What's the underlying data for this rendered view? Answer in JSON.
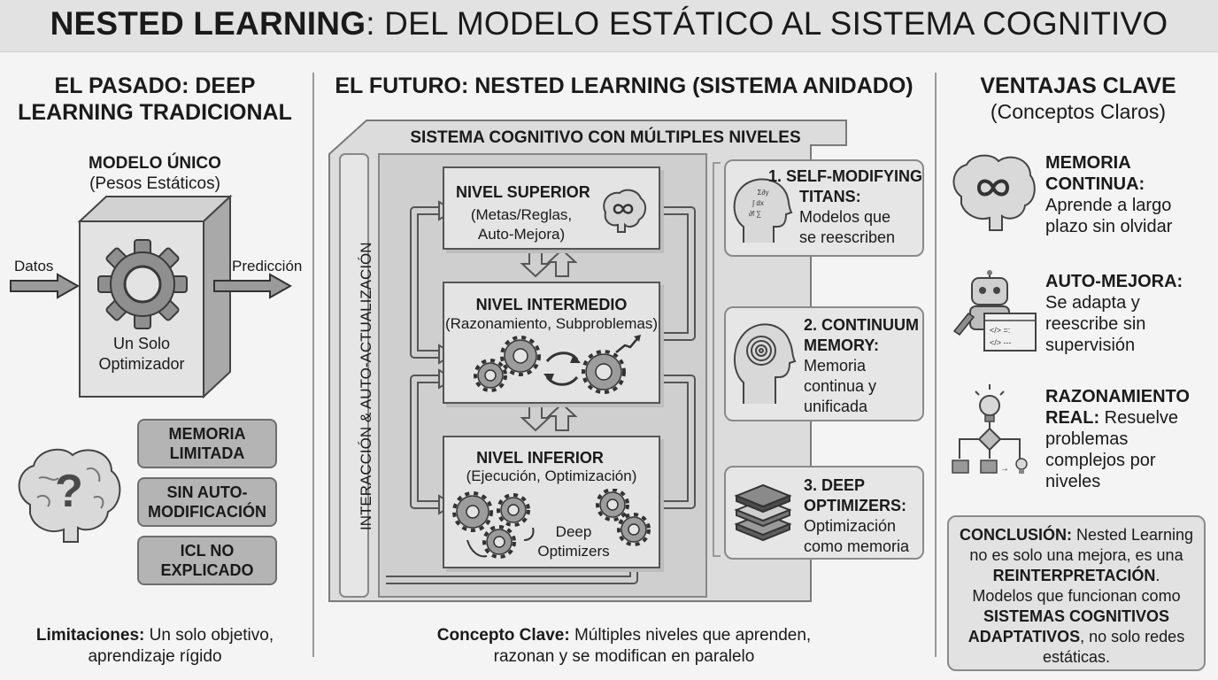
{
  "header": {
    "title_bold": "NESTED LEARNING",
    "title_rest": ": DEL MODELO ESTÁTICO AL SISTEMA COGNITIVO"
  },
  "past": {
    "title_line1": "EL PASADO: DEEP",
    "title_line2": "LEARNING TRADICIONAL",
    "model_title": "MODELO ÚNICO",
    "model_subtitle": "(Pesos Estáticos)",
    "input_label": "Datos",
    "output_label": "Predicción",
    "optimizer_line1": "Un Solo",
    "optimizer_line2": "Optimizador",
    "limits": [
      {
        "line1": "MEMORIA",
        "line2": "LIMITADA"
      },
      {
        "line1": "SIN AUTO-",
        "line2": "MODIFICACIÓN"
      },
      {
        "line1": "ICL NO",
        "line2": "EXPLICADO"
      }
    ],
    "footer_bold": "Limitaciones:",
    "footer_line1": " Un solo objetivo,",
    "footer_line2": "aprendizaje rígido"
  },
  "future": {
    "title": "EL FUTURO: NESTED LEARNING (SISTEMA ANIDADO)",
    "system_title": "SISTEMA COGNITIVO CON MÚLTIPLES NIVELES",
    "side_label": "INTERACCIÓN & AUTO-ACTUALIZACIÓN",
    "levels": [
      {
        "title": "NIVEL SUPERIOR",
        "line1": "(Metas/Reglas,",
        "line2": "Auto-Mejora)"
      },
      {
        "title": "NIVEL INTERMEDIO",
        "line1": "(Razonamiento, Subproblemas)",
        "line2": ""
      },
      {
        "title": "NIVEL INFERIOR",
        "line1": "(Ejecución, Optimización)",
        "line2": ""
      }
    ],
    "deep_opt_line1": "Deep",
    "deep_opt_line2": "Optimizers",
    "cards": [
      {
        "title1": "1. SELF-MODIFYING",
        "title2": "TITANS:",
        "desc1": "Modelos que",
        "desc2": "se reescriben",
        "desc3": ""
      },
      {
        "title1": "2. CONTINUUM",
        "title2": "MEMORY:",
        "desc1": "Memoria",
        "desc2": "continua y",
        "desc3": "unificada"
      },
      {
        "title1": "3. DEEP",
        "title2": "OPTIMIZERS:",
        "desc1": "Optimización",
        "desc2": "como memoria",
        "desc3": ""
      }
    ],
    "footer_bold": "Concepto Clave:",
    "footer_line1": " Múltiples niveles que aprenden,",
    "footer_line2": "razonan y se modifican en paralelo"
  },
  "advantages": {
    "title": "VENTAJAS CLAVE",
    "subtitle": "(Conceptos Claros)",
    "items": [
      {
        "bold1": "MEMORIA",
        "bold2": "CONTINUA:",
        "line1": "Aprende a largo",
        "line2": "plazo sin olvidar",
        "line3": ""
      },
      {
        "bold1": "AUTO-MEJORA:",
        "bold2": "",
        "line1": "Se adapta y",
        "line2": "reescribe sin",
        "line3": "supervisión"
      },
      {
        "bold1": "RAZONAMIENTO",
        "bold2": "REAL:",
        "inline": " Resuelve",
        "line1": "problemas",
        "line2": "complejos por",
        "line3": "niveles"
      }
    ],
    "conclusion": {
      "bold1": "CONCLUSIÓN:",
      "text1": " Nested Learning",
      "text2": "no es solo una mejora, es una",
      "bold2": "REINTERPRETACIÓN",
      "text3": ".",
      "text4": "Modelos que funcionan como",
      "bold3": "SISTEMAS COGNITIVOS",
      "bold4": "ADAPTATIVOS",
      "text5": ", no solo redes",
      "text6": "estáticas."
    }
  }
}
